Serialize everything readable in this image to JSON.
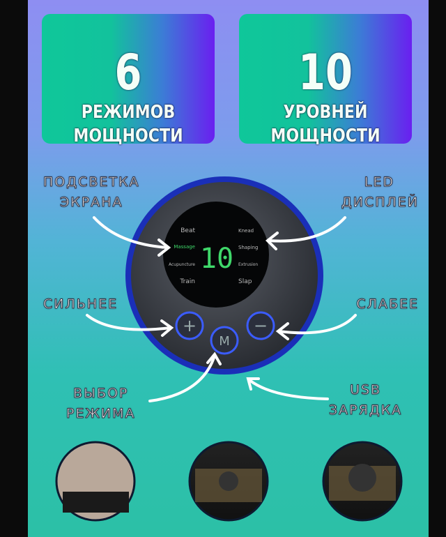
{
  "cards": [
    {
      "number": "6",
      "line1": "РЕЖИМОВ",
      "line2": "МОЩНОСТИ"
    },
    {
      "number": "10",
      "line1": "УРОВНЕЙ",
      "line2": "МОЩНОСТИ"
    }
  ],
  "labels": {
    "backlight": [
      "ПОДСВЕТКА",
      "ЭКРАНА"
    ],
    "led": [
      "LED",
      "ДИСПЛЕЙ"
    ],
    "stronger": "СИЛЬНЕЕ",
    "weaker": "СЛАБЕЕ",
    "mode": [
      "ВЫБОР",
      "РЕЖИМА"
    ],
    "usb": [
      "USB",
      "ЗАРЯДКА"
    ]
  },
  "display": {
    "modes_left": [
      "Beat",
      "Massage",
      "Acupuncture",
      "Train"
    ],
    "modes_right": [
      "Knead",
      "Shaping",
      "Extrusion",
      "Slap"
    ],
    "readout": "10",
    "active_mode": "Massage"
  },
  "buttons": {
    "plus": "+",
    "mode": "M",
    "minus": "−"
  },
  "colors": {
    "led_green": "#3fd86a",
    "ring_blue": "#1e3fd0"
  }
}
